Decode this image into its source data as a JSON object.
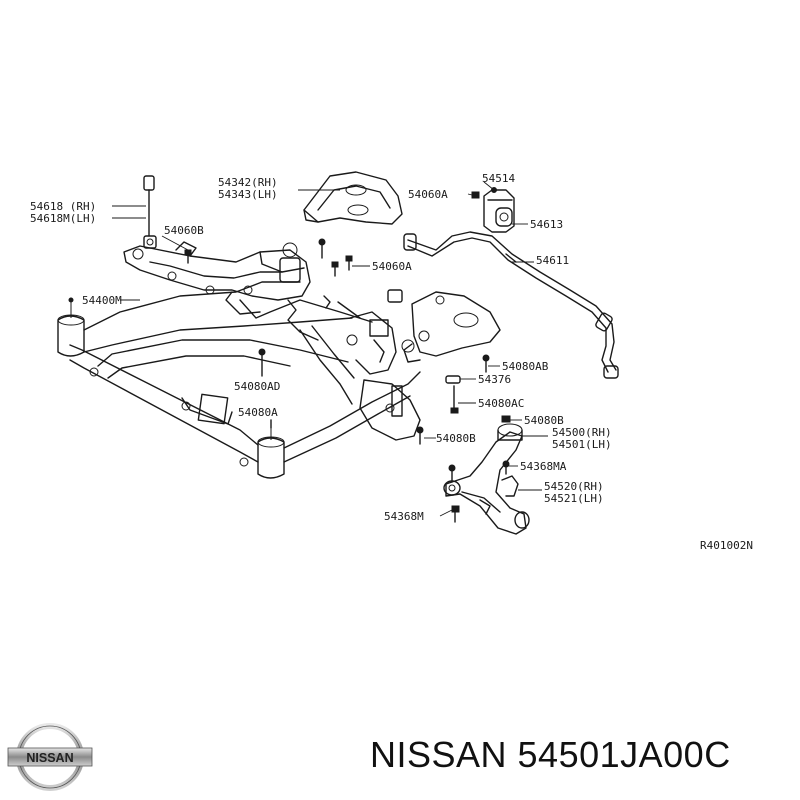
{
  "diagram": {
    "labels": {
      "l54618": "54618 (RH)",
      "l54618m": "54618M(LH)",
      "l54060b": "54060B",
      "l54342": "54342(RH)",
      "l54343": "54343(LH)",
      "l54060a_top": "54060A",
      "l54514": "54514",
      "l54613": "54613",
      "l54060a_mid": "54060A",
      "l54611": "54611",
      "l54400m": "54400M",
      "l54080ab": "54080AB",
      "l54376": "54376",
      "l54080ad": "54080AD",
      "l54080ac": "54080AC",
      "l54080a": "54080A",
      "l54080b_top": "54080B",
      "l54080b_left": "54080B",
      "l54500": "54500(RH)",
      "l54501": "54501(LH)",
      "l54368ma": "54368MA",
      "l54520": "54520(RH)",
      "l54521": "54521(LH)",
      "l54368m": "54368M",
      "ref_code": "R401002N"
    }
  },
  "footer": {
    "brand_logo_text": "NISSAN",
    "title": "NISSAN 54501JA00C"
  }
}
